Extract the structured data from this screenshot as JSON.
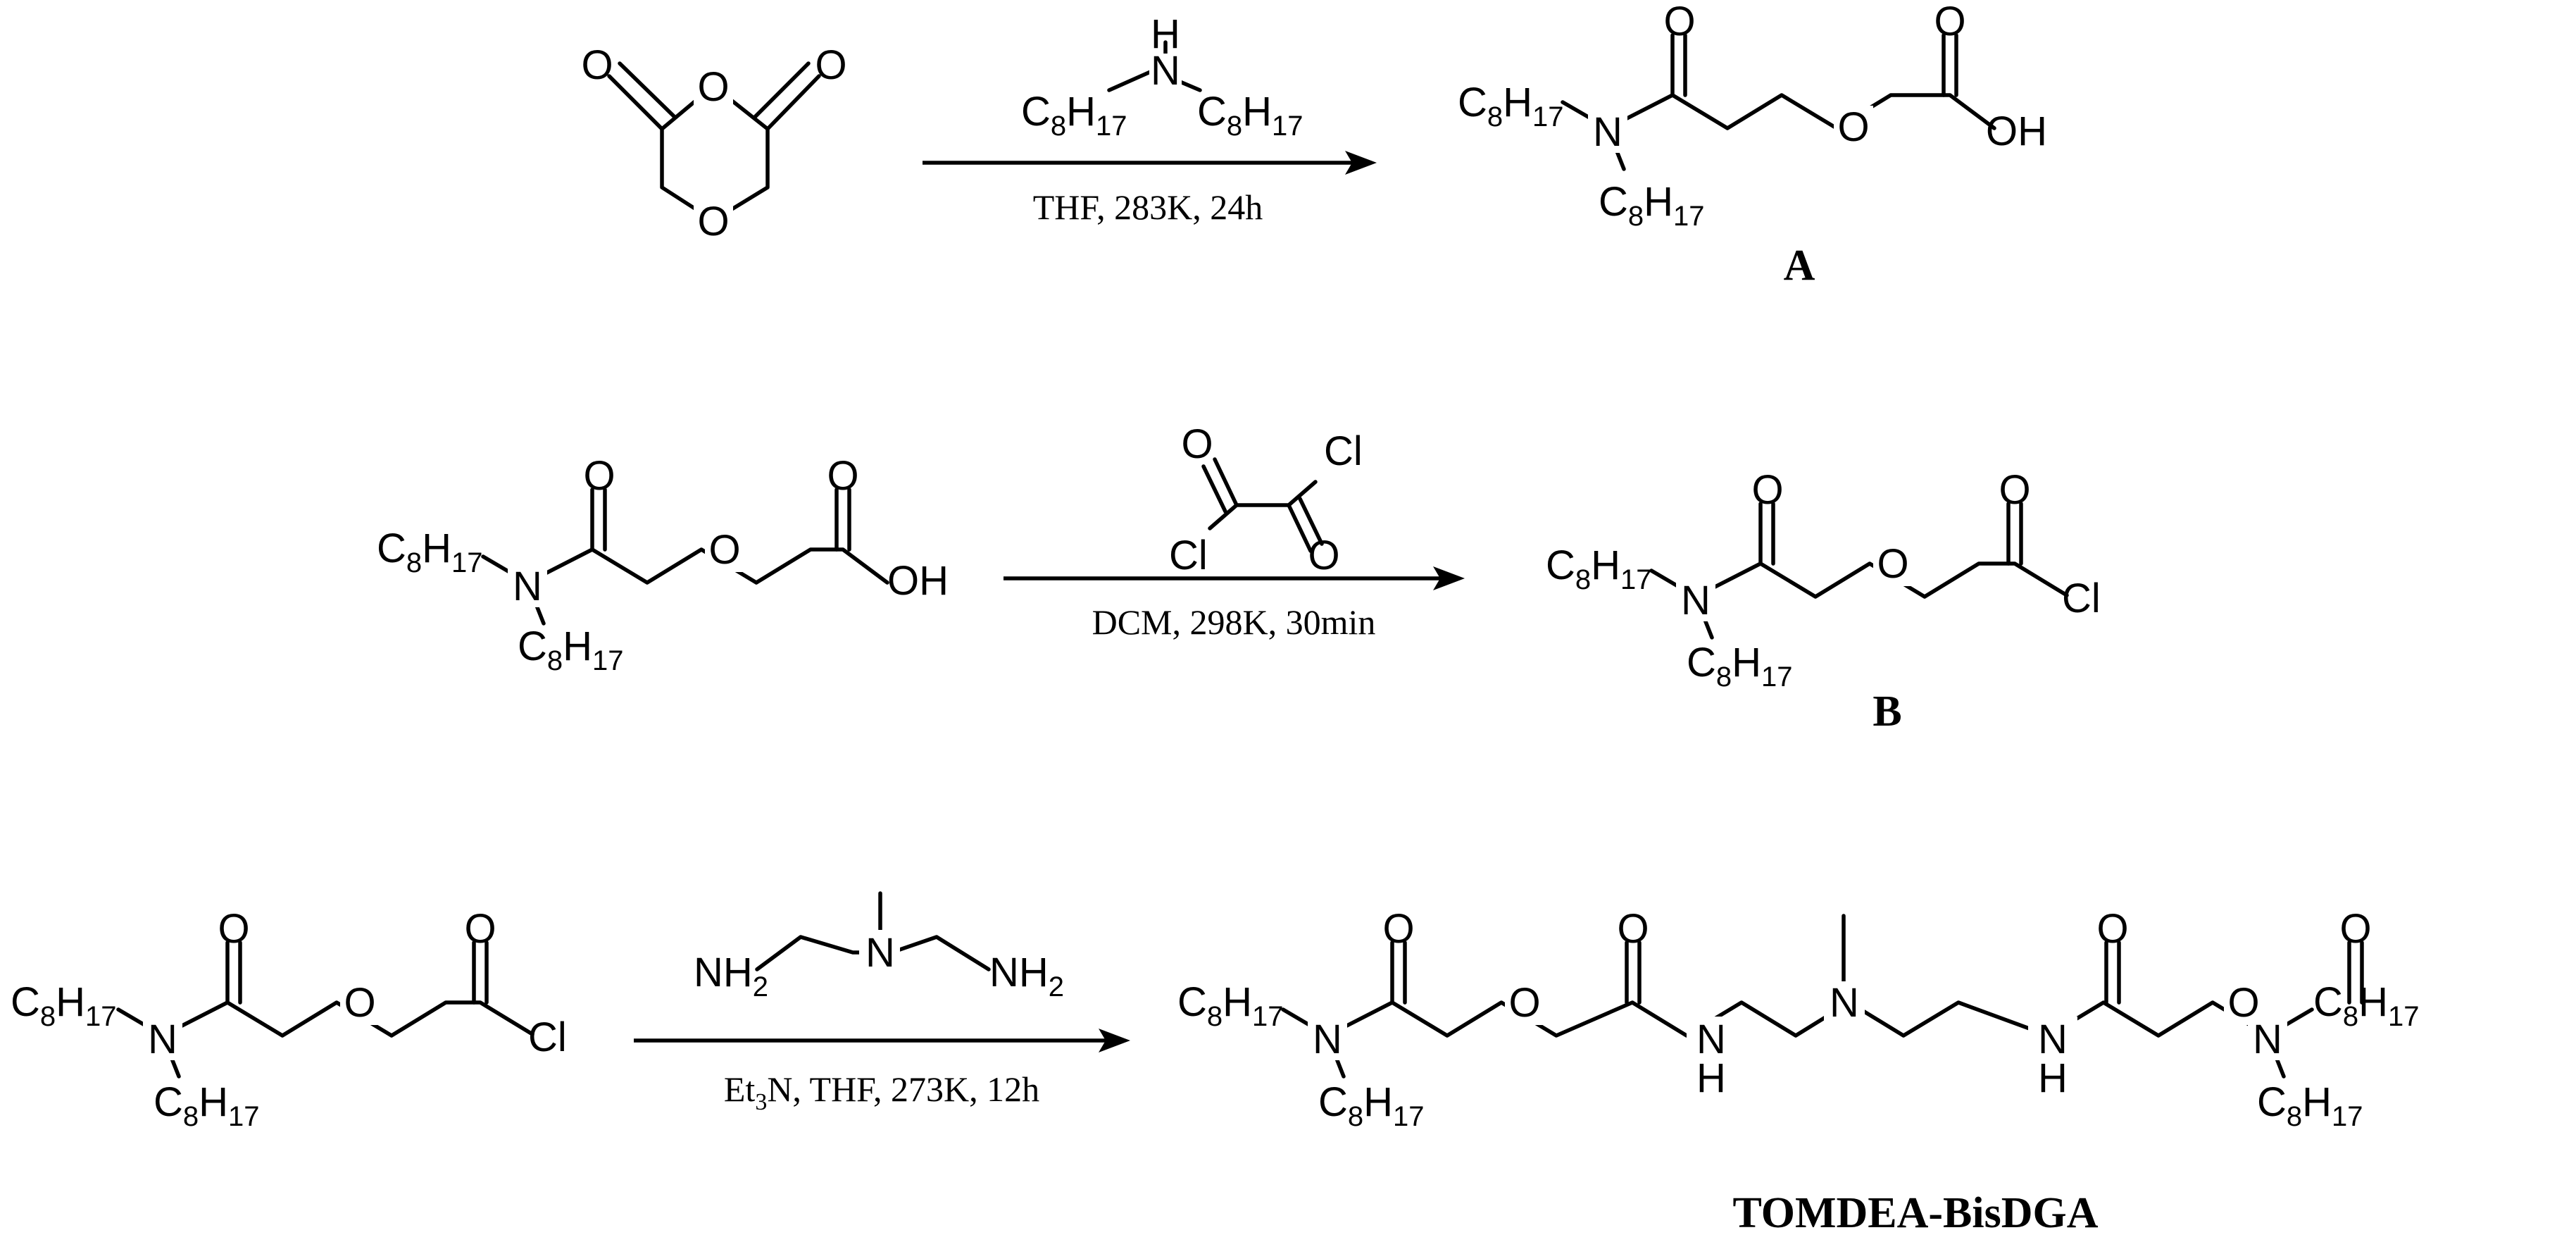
{
  "atoms": {
    "O": "O",
    "N": "N",
    "H": "H",
    "OH": "OH",
    "Cl": "Cl",
    "NH": "NH",
    "C": "C",
    "sub_c": "8",
    "sub_h": "17",
    "sub_nh2": "2"
  },
  "reaction1": {
    "conditions": "THF, 283K, 24h",
    "product_label": "A"
  },
  "reaction2": {
    "conditions": "DCM, 298K, 30min",
    "product_label": "B"
  },
  "reaction3": {
    "conditions_prefix": "Et",
    "conditions_sub": "3",
    "conditions_suffix": "N, THF, 273K, 12h",
    "product_label": "TOMDEA-BisDGA"
  }
}
